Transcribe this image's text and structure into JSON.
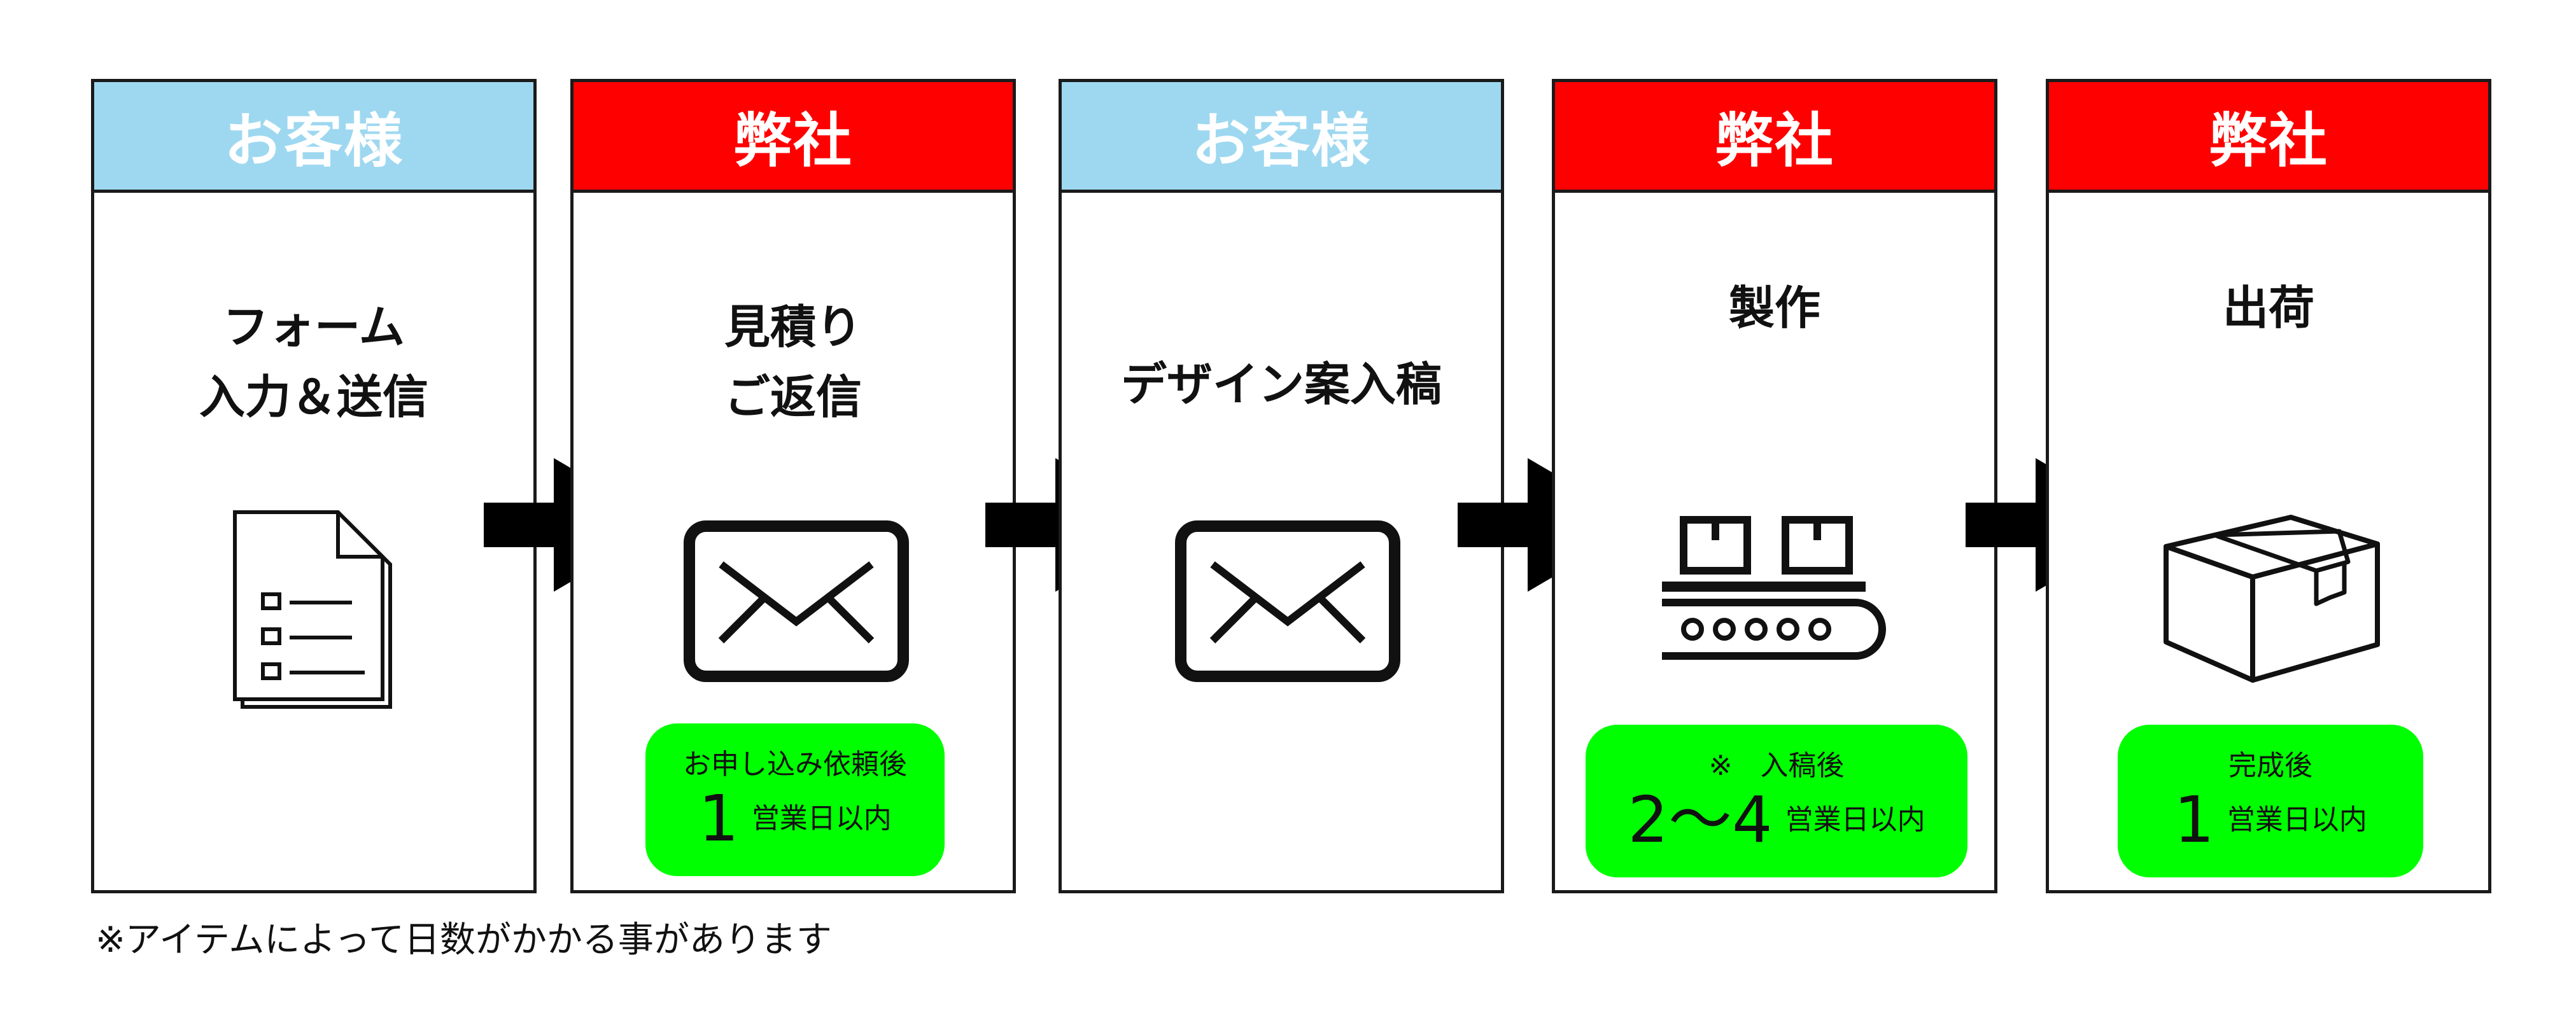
{
  "colors": {
    "customer": "#9ed8f0",
    "company": "#ff0000",
    "badge": "#00ff00",
    "border": "#1a1a1a"
  },
  "steps": [
    {
      "header": "お客様",
      "role": "customer",
      "title": [
        "フォーム",
        "入力＆送信"
      ],
      "icon": "document-form-icon"
    },
    {
      "header": "弊社",
      "role": "company",
      "title": [
        "見積り",
        "ご返信"
      ],
      "icon": "mail-envelope-icon",
      "badge": {
        "top": "お申し込み依頼後",
        "big": "1",
        "unit": "営業日以内"
      }
    },
    {
      "header": "お客様",
      "role": "customer",
      "title": [
        "デザイン案入稿"
      ],
      "icon": "mail-envelope-icon"
    },
    {
      "header": "弊社",
      "role": "company",
      "title": [
        "製作"
      ],
      "icon": "conveyor-belt-icon",
      "badge": {
        "top": "※　入稿後",
        "big": "2～4",
        "unit": "営業日以内"
      }
    },
    {
      "header": "弊社",
      "role": "company",
      "title": [
        "出荷"
      ],
      "icon": "shipping-box-icon",
      "badge": {
        "top": "完成後",
        "big": "1",
        "unit": "営業日以内"
      }
    }
  ],
  "footnote": "※アイテムによって日数がかかる事があります"
}
